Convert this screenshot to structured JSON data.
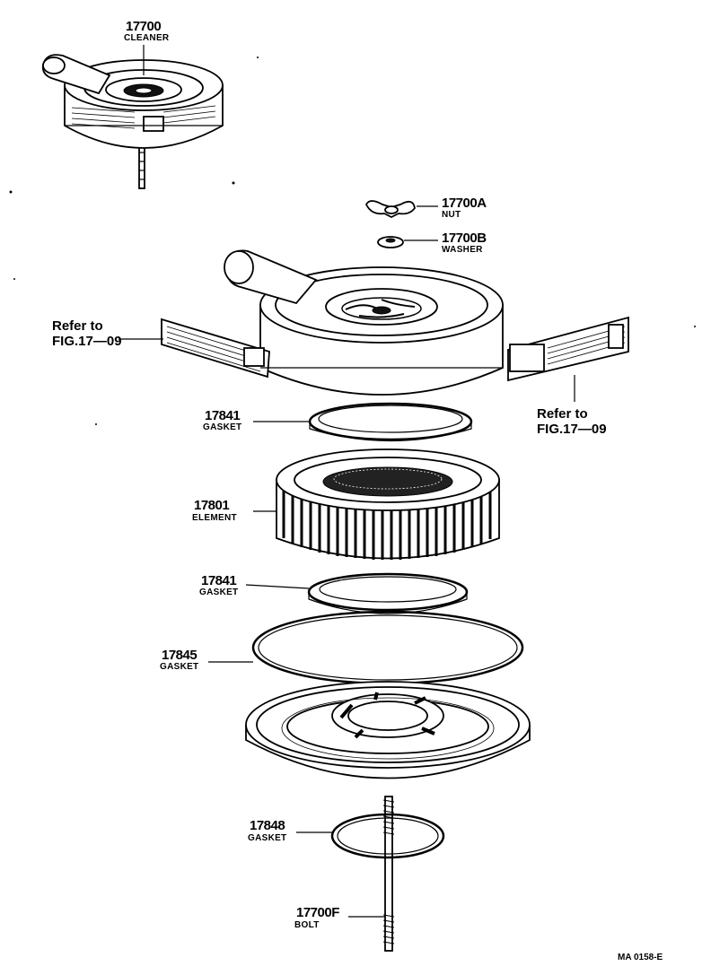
{
  "figure_code": "MA 0158-E",
  "parts": [
    {
      "number": "17700",
      "name": "CLEANER"
    },
    {
      "number": "17700A",
      "name": "NUT"
    },
    {
      "number": "17700B",
      "name": "WASHER"
    },
    {
      "number": "17841",
      "name": "GASKET"
    },
    {
      "number": "17801",
      "name": "ELEMENT"
    },
    {
      "number": "17841",
      "name": "GASKET"
    },
    {
      "number": "17845",
      "name": "GASKET"
    },
    {
      "number": "17848",
      "name": "GASKET"
    },
    {
      "number": "17700F",
      "name": "BOLT"
    }
  ],
  "references": [
    {
      "line1": "Refer to",
      "line2": "FIG.17—09"
    },
    {
      "line1": "Refer to",
      "line2": "FIG.17—09"
    }
  ]
}
